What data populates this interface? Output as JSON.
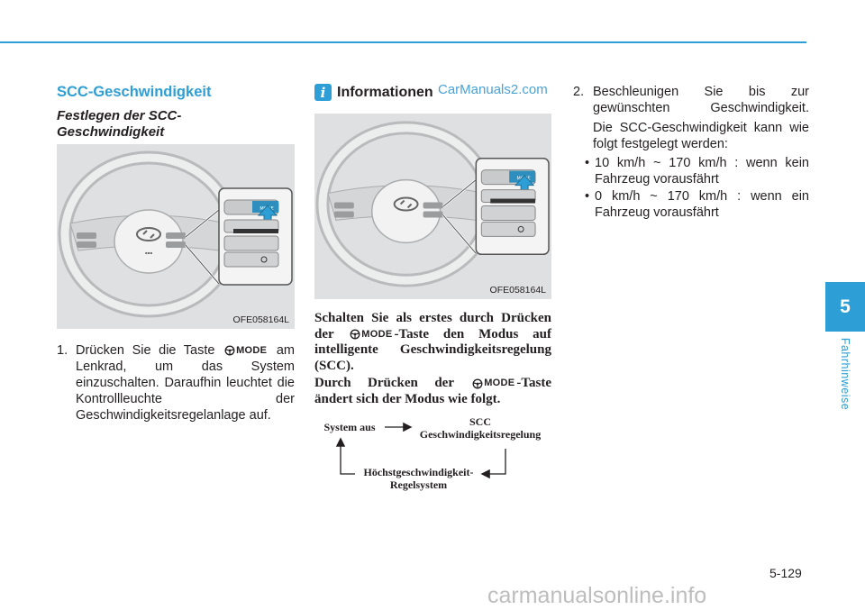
{
  "section": {
    "title": "SCC-Geschwindigkeit",
    "subtitle": "Festlegen der SCC-Geschwindigkeit"
  },
  "figure1": {
    "code": "OFE058164L"
  },
  "figure2": {
    "code": "OFE058164L"
  },
  "step1": {
    "number": "1.",
    "before": "Drücken Sie die Taste",
    "after": "am Lenkrad, um das System einzuschalten. Daraufhin leuchtet die Kontrollleuchte der Geschwindigkeitsregelanlage auf."
  },
  "info": {
    "icon": "i",
    "title": "Informationen",
    "para1_before": "Schalten Sie als erstes durch Drücken der",
    "para1_after": "-Taste den Modus auf intelligente Geschwindigkeitsregelung (SCC).",
    "para2_before": "Durch Drücken der",
    "para2_after": "-Taste ändert sich der Modus wie folgt."
  },
  "mode_button": {
    "label": "MODE",
    "icon": "steering-wheel-icon"
  },
  "diagram": {
    "system_off": "System aus",
    "scc_line1": "SCC",
    "scc_line2": "Geschwindigkeitsregelung",
    "limiter_line1": "Höchstgeschwindigkeit-",
    "limiter_line2": "Regelsystem"
  },
  "step2": {
    "number": "2.",
    "text": "Beschleunigen Sie bis zur gewünschten Geschwindigkeit.",
    "para": "Die SCC-Geschwindigkeit kann wie folgt festgelegt werden:",
    "bullets": [
      "10 km/h ~ 170 km/h : wenn kein Fahrzeug vorausfährt",
      "0 km/h ~ 170 km/h : wenn ein Fahrzeug vorausfährt"
    ]
  },
  "chapter": {
    "number": "5",
    "label": "Fahrhinweise"
  },
  "page": {
    "number": "5-129"
  },
  "watermarks": {
    "top": "CarManuals2.com",
    "bottom": "carmanualsonline.info"
  },
  "colors": {
    "accent": "#2e9fd6",
    "figure_bg": "#dfe0e1"
  }
}
